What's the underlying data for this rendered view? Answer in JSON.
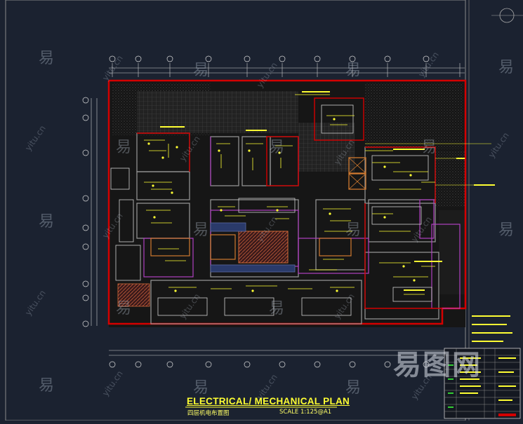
{
  "drawing": {
    "title": "ELECTRICAL/ MECHANICAL PLAN",
    "subtitle": "四层机电布置图",
    "scale": "SCALE 1:125@A1"
  },
  "watermark": {
    "char": "易",
    "url": "yitu.cn",
    "logo": "易图网"
  },
  "colors": {
    "background": "#1b2230",
    "wall": "#d40000",
    "annotation": "#ffff33",
    "grid_line": "#c8c8c8",
    "partition": "#b040c0"
  }
}
